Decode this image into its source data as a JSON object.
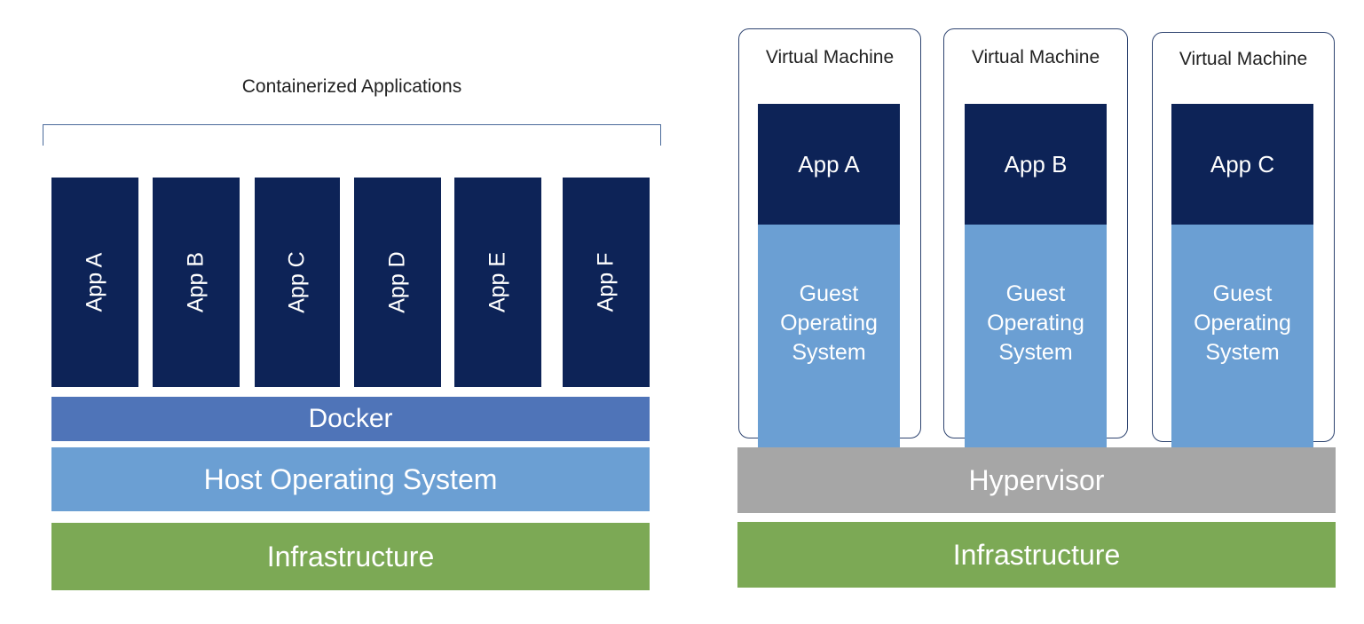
{
  "containers": {
    "title": "Containerized Applications",
    "apps": [
      "App A",
      "App B",
      "App C",
      "App D",
      "App E",
      "App F"
    ],
    "docker": "Docker",
    "host_os": "Host Operating System",
    "infrastructure": "Infrastructure"
  },
  "vms": {
    "machines": [
      {
        "title": "Virtual Machine",
        "app": "App A",
        "os": "Guest\nOperating\nSystem"
      },
      {
        "title": "Virtual Machine",
        "app": "App B",
        "os": "Guest\nOperating\nSystem"
      },
      {
        "title": "Virtual Machine",
        "app": "App C",
        "os": "Guest\nOperating\nSystem"
      }
    ],
    "hypervisor": "Hypervisor",
    "infrastructure": "Infrastructure"
  },
  "colors": {
    "app_navy": "#0d2357",
    "docker_blue": "#4f74b8",
    "os_light_blue": "#6b9fd3",
    "hypervisor_gray": "#a6a6a6",
    "infrastructure_green": "#7ca955"
  }
}
